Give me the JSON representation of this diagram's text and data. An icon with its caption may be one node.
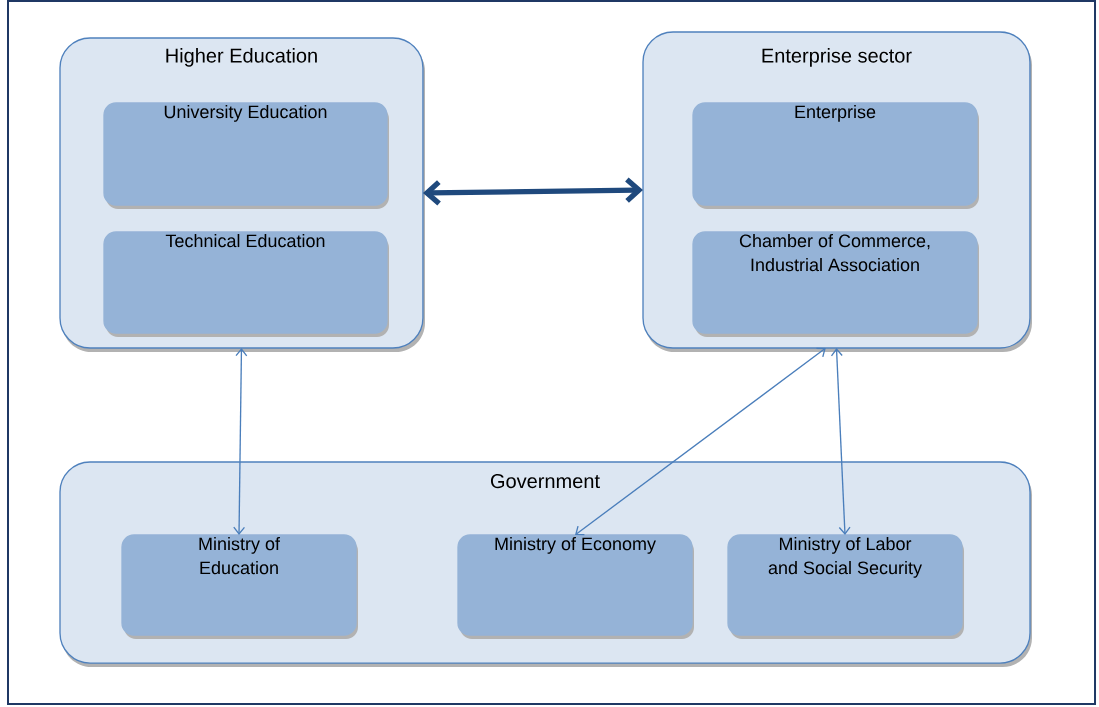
{
  "diagram": {
    "nodes": [
      {
        "text": [
          "Higher Education"
        ]
      },
      {
        "text": [
          "University Education"
        ],
        "in": 0
      },
      {
        "text": [
          "Technical Education"
        ],
        "in": 0
      },
      {
        "text": [
          "Enterprise sector"
        ]
      },
      {
        "text": [
          "Enterprise"
        ],
        "in": 3
      },
      {
        "text": [
          "Chamber of Commerce, Industrial Association"
        ],
        "in": 3
      },
      {
        "text": [
          "Government"
        ]
      },
      {
        "text": [
          "Ministry of Education"
        ],
        "in": 6
      },
      {
        "text": [
          "Ministry of Economy"
        ],
        "in": 6
      },
      {
        "text": [
          "Ministry of Labor and Social Security"
        ],
        "in": 6
      }
    ],
    "edges": [
      {
        "from": 0,
        "to": 3,
        "arrow": "both",
        "style": "thick",
        "color": "#1f497d"
      },
      {
        "from": 0,
        "to": 7,
        "arrow": "both"
      },
      {
        "from": 3,
        "to": 8,
        "arrow": "both"
      },
      {
        "from": 3,
        "to": 9,
        "arrow": "both"
      }
    ]
  }
}
